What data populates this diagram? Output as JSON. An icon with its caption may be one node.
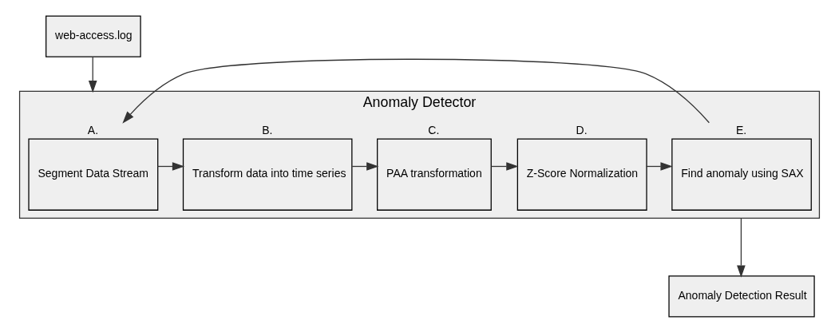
{
  "diagram": {
    "nodes": [
      {
        "text": [
          "web-access.log"
        ]
      },
      {
        "text": [
          "Anomaly Detector"
        ]
      },
      {
        "text": [
          "Segment Data Stream"
        ],
        "beside": [
          "A."
        ],
        "in": 1
      },
      {
        "text": [
          "Transform data into time series"
        ],
        "beside": [
          "B."
        ],
        "in": 1
      },
      {
        "text": [
          "PAA transformation"
        ],
        "beside": [
          "C."
        ],
        "in": 1
      },
      {
        "text": [
          "Z-Score Normalization"
        ],
        "beside": [
          "D."
        ],
        "in": 1
      },
      {
        "text": [
          "Find anomaly using SAX"
        ],
        "beside": [
          "E."
        ],
        "in": 1
      },
      {
        "text": [
          "Anomaly Detection Result"
        ]
      }
    ],
    "edges": [
      {
        "from": 0,
        "to": 1,
        "arrow": "to"
      },
      {
        "from": 2,
        "to": 3,
        "arrow": "to"
      },
      {
        "from": 3,
        "to": 4,
        "arrow": "to"
      },
      {
        "from": 4,
        "to": 5,
        "arrow": "to"
      },
      {
        "from": 5,
        "to": 6,
        "arrow": "to"
      },
      {
        "from": 6,
        "to": 2,
        "arrow": "to"
      },
      {
        "from": 1,
        "to": 7,
        "arrow": "to"
      }
    ]
  }
}
